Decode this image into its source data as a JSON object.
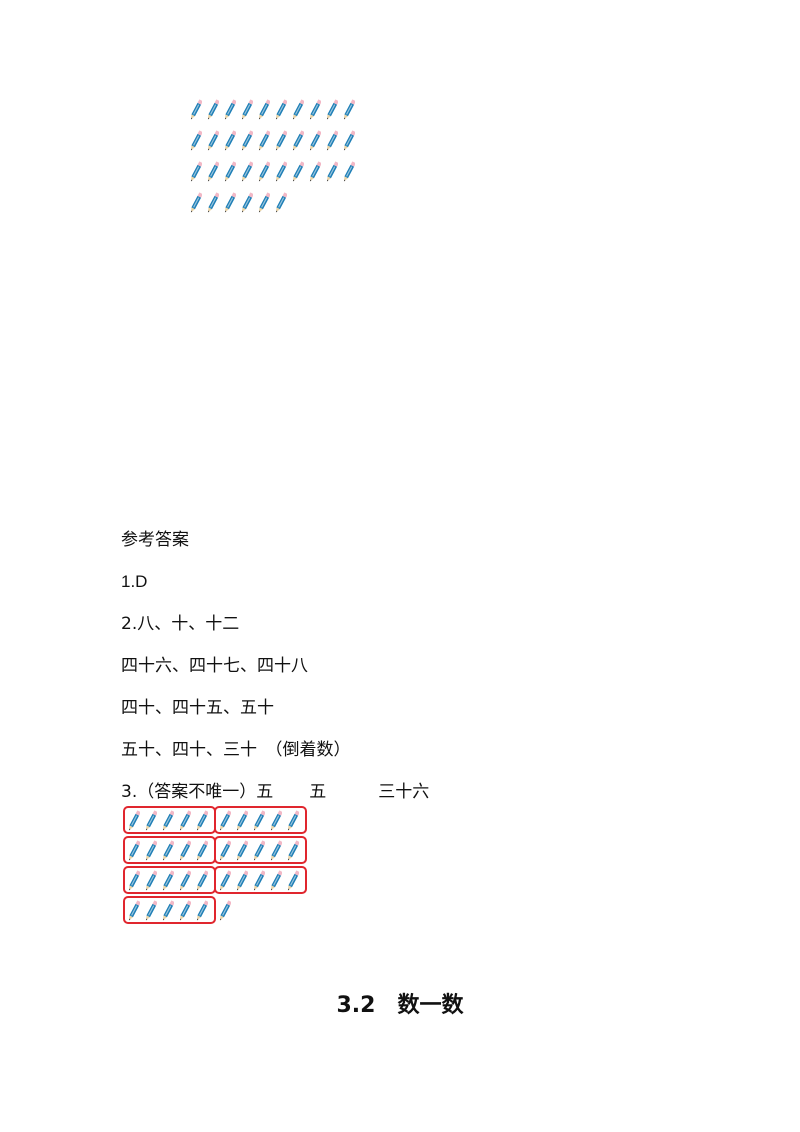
{
  "top_pencils": {
    "rows": [
      10,
      10,
      10,
      6
    ],
    "icon": "pencil-icon"
  },
  "answers": {
    "heading": "参考答案",
    "q1": "1.D",
    "q2_line1": "2.八、十、十二",
    "q2_line2": "四十六、四十七、四十八",
    "q2_line3": "四十、四十五、五十",
    "q2_line4": "五十、四十、三十　（倒着数）",
    "q3_prefix": "3.（答案不唯一）五",
    "q3_mid": "五",
    "q3_end": "三十六"
  },
  "answer_pencils": {
    "rows": [
      10,
      10,
      10,
      6
    ],
    "group_size": 5,
    "box_color": "#e0262e",
    "icon": "pencil-icon"
  },
  "section": {
    "title": "3.2　数一数"
  },
  "colors": {
    "pencil_body": "#1f7fb6",
    "pencil_tip": "#f2b8c6",
    "pencil_lead": "#333333"
  }
}
